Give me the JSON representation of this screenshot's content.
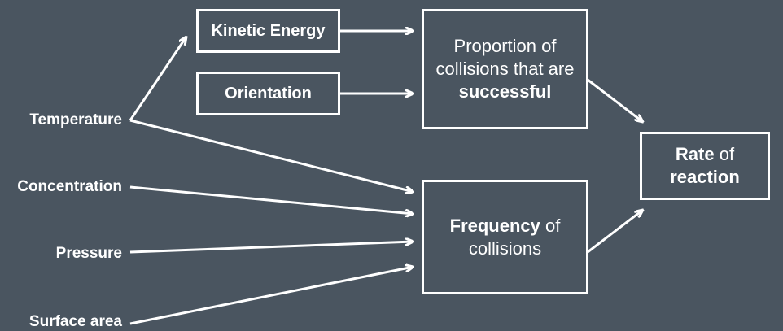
{
  "factors": [
    "Temperature",
    "Concentration",
    "Pressure",
    "Surface area"
  ],
  "boxes": {
    "kinetic_energy": "Kinetic Energy",
    "orientation": "Orientation",
    "proportion": {
      "line1": "Proportion of",
      "line2": "collisions that are",
      "line3_bold": "successful"
    },
    "frequency": {
      "bold": "Frequency",
      "rest": " of",
      "line2": "collisions"
    },
    "rate": {
      "bold": "Rate",
      "rest": " of",
      "line2_bold": "reaction"
    }
  },
  "colors": {
    "background": "#4a5560",
    "foreground": "#ffffff"
  }
}
